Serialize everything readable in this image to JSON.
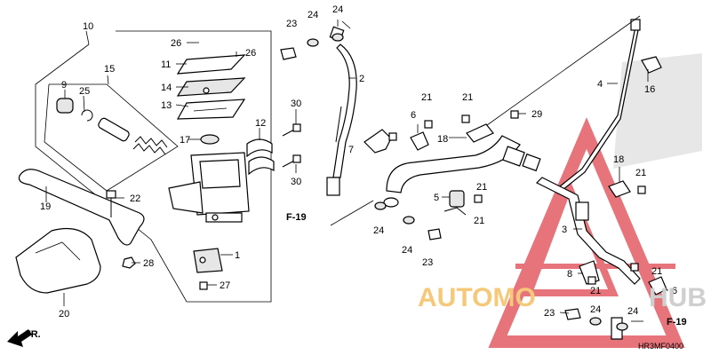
{
  "diagram": {
    "code": "HR3MF0400",
    "fr_label": "FR.",
    "ref_labels": [
      "F-19",
      "F-19"
    ],
    "watermark": {
      "text_left": "AUTOMO",
      "text_right": "HUB",
      "color_left": "#f5c87a",
      "color_right": "#cfcfcf",
      "logo_color": "#e0454f"
    },
    "part_numbers": {
      "p10": "10",
      "p15": "15",
      "p9": "9",
      "p25": "25",
      "p26a": "26",
      "p26b": "26",
      "p11": "11",
      "p14": "14",
      "p13": "13",
      "p17": "17",
      "p12": "12",
      "p30a": "30",
      "p30b": "30",
      "p19": "19",
      "p22": "22",
      "p28": "28",
      "p20": "20",
      "p1": "1",
      "p27": "27",
      "p23a": "23",
      "p24a": "24",
      "p24b": "24",
      "p2": "2",
      "p7": "7",
      "p6a": "6",
      "p21a": "21",
      "p21b": "21",
      "p29": "29",
      "p18a": "18",
      "p4": "4",
      "p16": "16",
      "p5": "5",
      "p21c": "21",
      "p21d": "21",
      "p24c": "24",
      "p24d": "24",
      "p23b": "23",
      "p18b": "18",
      "p21e": "21",
      "p3": "3",
      "p8": "8",
      "p21f": "21",
      "p21g": "21",
      "p6b": "6",
      "p23c": "23",
      "p24e": "24",
      "p24f": "24"
    }
  }
}
